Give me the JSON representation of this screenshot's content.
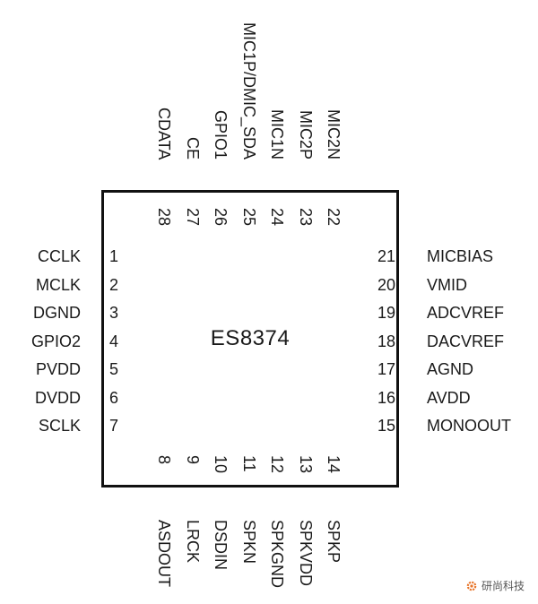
{
  "chip": {
    "name": "ES8374"
  },
  "pins": {
    "left": [
      {
        "num": "1",
        "name": "CCLK"
      },
      {
        "num": "2",
        "name": "MCLK"
      },
      {
        "num": "3",
        "name": "DGND"
      },
      {
        "num": "4",
        "name": "GPIO2"
      },
      {
        "num": "5",
        "name": "PVDD"
      },
      {
        "num": "6",
        "name": "DVDD"
      },
      {
        "num": "7",
        "name": "SCLK"
      }
    ],
    "right": [
      {
        "num": "21",
        "name": "MICBIAS"
      },
      {
        "num": "20",
        "name": "VMID"
      },
      {
        "num": "19",
        "name": "ADCVREF"
      },
      {
        "num": "18",
        "name": "DACVREF"
      },
      {
        "num": "17",
        "name": "AGND"
      },
      {
        "num": "16",
        "name": "AVDD"
      },
      {
        "num": "15",
        "name": "MONOOUT"
      }
    ],
    "top": [
      {
        "num": "28",
        "name": "CDATA"
      },
      {
        "num": "27",
        "name": "CE"
      },
      {
        "num": "26",
        "name": "GPIO1"
      },
      {
        "num": "25",
        "name": "MIC1P/DMIC_SDA"
      },
      {
        "num": "24",
        "name": "MIC1N"
      },
      {
        "num": "23",
        "name": "MIC2P"
      },
      {
        "num": "22",
        "name": "MIC2N"
      }
    ],
    "bottom": [
      {
        "num": "8",
        "name": "ASDOUT"
      },
      {
        "num": "9",
        "name": "LRCK"
      },
      {
        "num": "10",
        "name": "DSDIN"
      },
      {
        "num": "11",
        "name": "SPKN"
      },
      {
        "num": "12",
        "name": "SPKGND"
      },
      {
        "num": "13",
        "name": "SPKVDD"
      },
      {
        "num": "14",
        "name": "SPKP"
      }
    ]
  },
  "watermark": {
    "text": "研尚科技",
    "icon": "gear-logo-icon",
    "color": "#e8762b"
  }
}
